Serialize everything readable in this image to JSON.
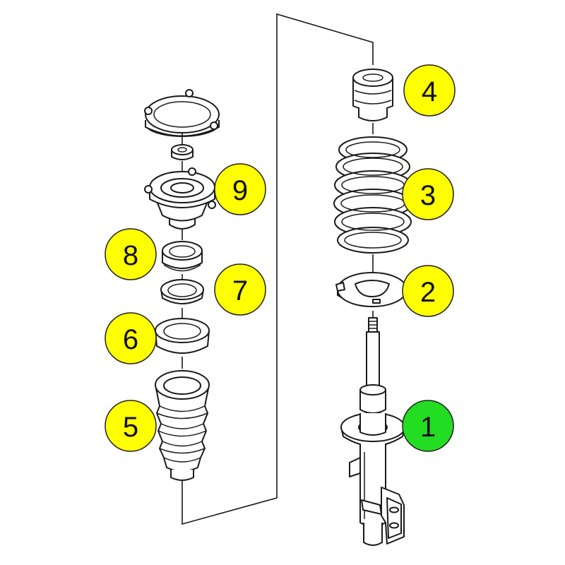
{
  "callouts": [
    {
      "id": "strut",
      "label": "1",
      "color": "#22dd22"
    },
    {
      "id": "lower-spring-seat",
      "label": "2",
      "color": "#ffff00"
    },
    {
      "id": "coil-spring",
      "label": "3",
      "color": "#ffff00"
    },
    {
      "id": "upper-spring-seat",
      "label": "4",
      "color": "#ffff00"
    },
    {
      "id": "bellows",
      "label": "5",
      "color": "#ffff00"
    },
    {
      "id": "bump-stop-cup",
      "label": "6",
      "color": "#ffff00"
    },
    {
      "id": "washer-ring",
      "label": "7",
      "color": "#ffff00"
    },
    {
      "id": "bearing",
      "label": "8",
      "color": "#ffff00"
    },
    {
      "id": "top-mount",
      "label": "9",
      "color": "#ffff00"
    }
  ]
}
